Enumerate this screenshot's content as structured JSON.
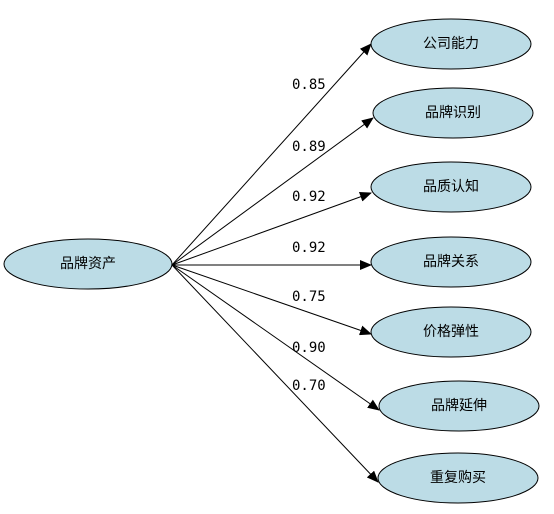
{
  "colors": {
    "node_fill": "#bcdce6",
    "node_stroke": "#000000",
    "edge": "#000000",
    "text": "#000000",
    "background": "#ffffff"
  },
  "root": {
    "label": "品牌资产"
  },
  "children": [
    {
      "label": "公司能力",
      "weight": "0.85"
    },
    {
      "label": "品牌识别",
      "weight": "0.89"
    },
    {
      "label": "品质认知",
      "weight": "0.92"
    },
    {
      "label": "品牌关系",
      "weight": "0.92"
    },
    {
      "label": "价格弹性",
      "weight": "0.75"
    },
    {
      "label": "品牌延伸",
      "weight": "0.90"
    },
    {
      "label": "重复购买",
      "weight": "0.70"
    }
  ]
}
